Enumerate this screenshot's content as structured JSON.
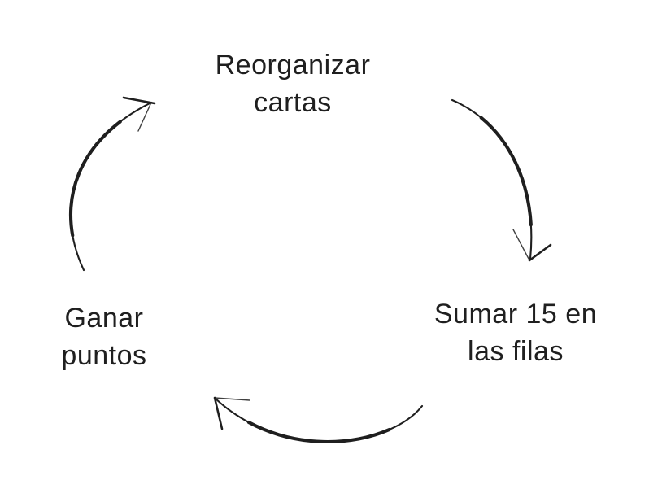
{
  "colors": {
    "background": "#ffffff",
    "ink": "#1f1f1f"
  },
  "diagram": {
    "type": "cycle",
    "style": "hand-drawn",
    "nodes": [
      {
        "id": "reorganizar-cartas",
        "position": "top",
        "lines": [
          "Reorganizar",
          "cartas"
        ]
      },
      {
        "id": "sumar-15-en-las-filas",
        "position": "right",
        "lines": [
          "Sumar 15 en",
          "las filas"
        ]
      },
      {
        "id": "ganar-puntos",
        "position": "left",
        "lines": [
          "Ganar",
          "puntos"
        ]
      }
    ],
    "arrows": [
      {
        "from": "reorganizar-cartas",
        "to": "sumar-15-en-las-filas",
        "shape": "curved sketch arrow, top-right, pointing down"
      },
      {
        "from": "sumar-15-en-las-filas",
        "to": "ganar-puntos",
        "shape": "curved sketch arrow, bottom, pointing up-left"
      },
      {
        "from": "ganar-puntos",
        "to": "reorganizar-cartas",
        "shape": "curved sketch arrow, left, pointing up-right"
      }
    ]
  }
}
